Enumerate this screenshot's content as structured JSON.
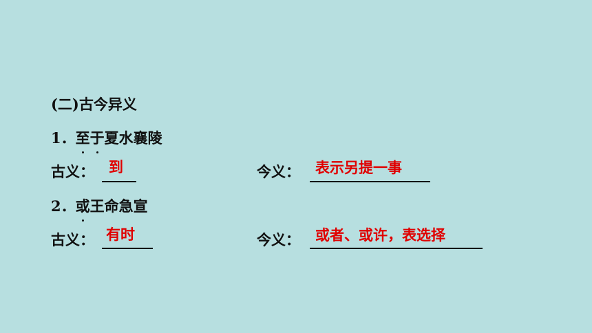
{
  "section_title": "(二)古今异义",
  "items": [
    {
      "number": "1．",
      "phrase_before": "",
      "dotted_chars": [
        "至",
        "于"
      ],
      "phrase_after": "夏水襄陵",
      "ancient_label": "古义：",
      "ancient_answer": "到",
      "modern_label": "今义：",
      "modern_answer": "表示另提一事"
    },
    {
      "number": "2．",
      "phrase_before": "",
      "dotted_chars": [
        "或"
      ],
      "phrase_after": "王命急宣",
      "ancient_label": "古义：",
      "ancient_answer": "有时",
      "modern_label": "今义：",
      "modern_answer": "或者、或许，表选择"
    }
  ],
  "colors": {
    "background": "#b7dfe0",
    "answer": "#e00000",
    "text": "#111111"
  }
}
